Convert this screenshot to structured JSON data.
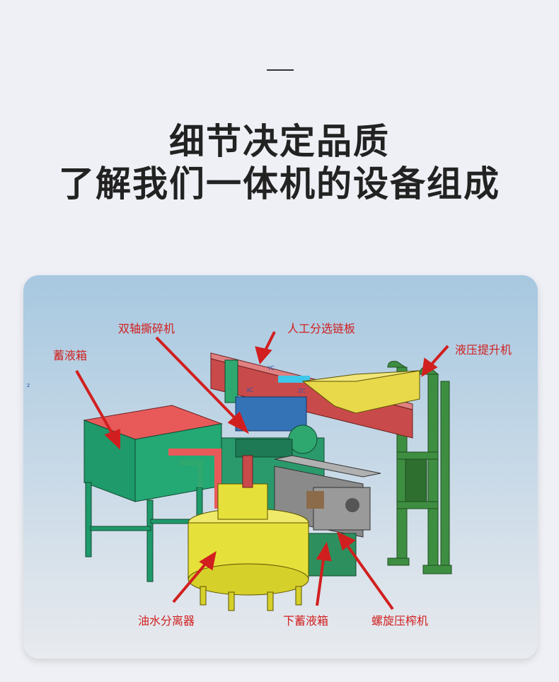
{
  "header": {
    "line1": "细节决定品质",
    "line2": "了解我们一体机的设备组成"
  },
  "diagram": {
    "labels": {
      "shredder": "双轴撕碎机",
      "sorting_chain": "人工分选链板",
      "hydraulic_lift": "液压提升机",
      "storage_tank": "蓄液箱",
      "oil_water_separator": "油水分离器",
      "lower_tank": "下蓄液箱",
      "screw_press": "螺旋压榨机"
    },
    "axis_marks": {
      "z": "z",
      "xc": "XC",
      "yc": "YC",
      "zc": "ZC"
    },
    "colors": {
      "label": "#d11f1f",
      "tank_green": "#1f9a6a",
      "tank_top": "#e85a5a",
      "separator_yellow": "#e6e03a",
      "frame_green": "#2e7d32",
      "conveyor_red": "#c94a4a"
    }
  }
}
